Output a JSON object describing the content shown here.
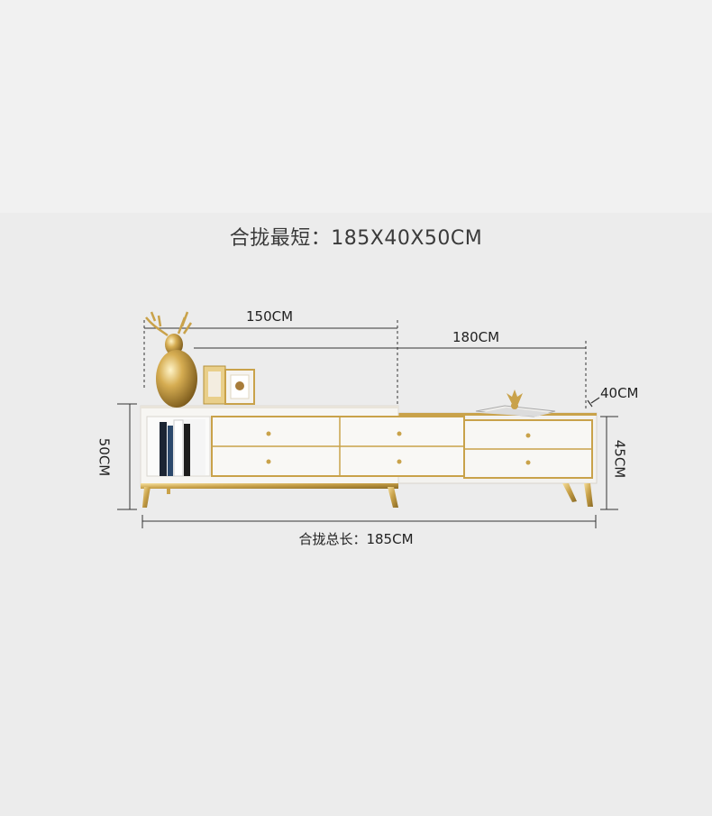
{
  "heading": "合拢最短：185X40X50CM",
  "dimensions": {
    "width_150": "150CM",
    "width_180": "180CM",
    "depth": "40CM",
    "height_left": "50CM",
    "height_right": "45CM",
    "total_length": "合拢总长：185CM"
  },
  "colors": {
    "gold": "#c9a24a",
    "cabinet_white": "#f6f5f2",
    "line": "#333333"
  }
}
